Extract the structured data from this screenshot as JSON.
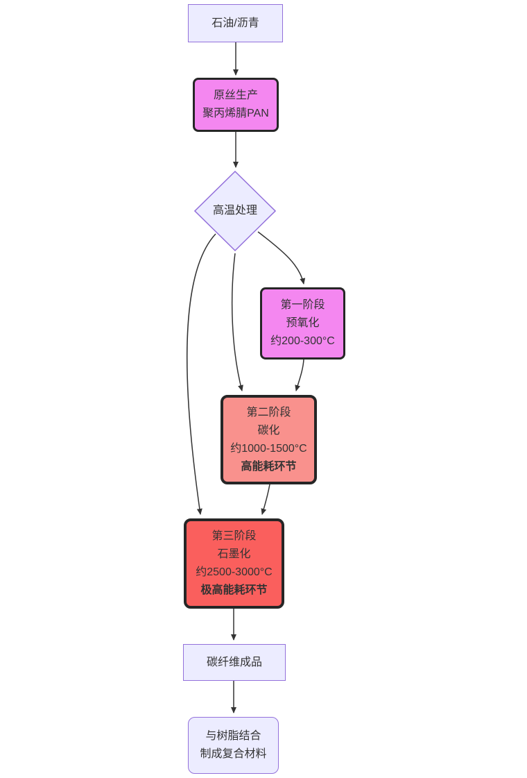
{
  "diagram": {
    "nodes": {
      "source": {
        "lines": [
          "石油/沥青"
        ]
      },
      "precursor": {
        "lines": [
          "原丝生产",
          "聚丙烯腈PAN"
        ]
      },
      "decision": {
        "lines": [
          "高温处理"
        ]
      },
      "stage1": {
        "lines": [
          "第一阶段",
          "预氧化",
          "约200-300°C"
        ]
      },
      "stage2": {
        "lines": [
          "第二阶段",
          "碳化",
          "约1000-1500°C",
          "高能耗环节"
        ]
      },
      "stage3": {
        "lines": [
          "第三阶段",
          "石墨化",
          "约2500-3000°C",
          "极高能耗环节"
        ]
      },
      "product": {
        "lines": [
          "碳纤维成品"
        ]
      },
      "composite": {
        "lines": [
          "与树脂结合",
          "制成复合材料"
        ]
      }
    },
    "colors": {
      "lavender_fill": "#ECECFF",
      "lavender_border": "#9370DB",
      "violet_fill": "#F487F0",
      "salmon_fill": "#F9918D",
      "red_fill": "#FA5F5D",
      "dark_border": "#262626",
      "edge": "#333333",
      "text": "#333333"
    }
  }
}
